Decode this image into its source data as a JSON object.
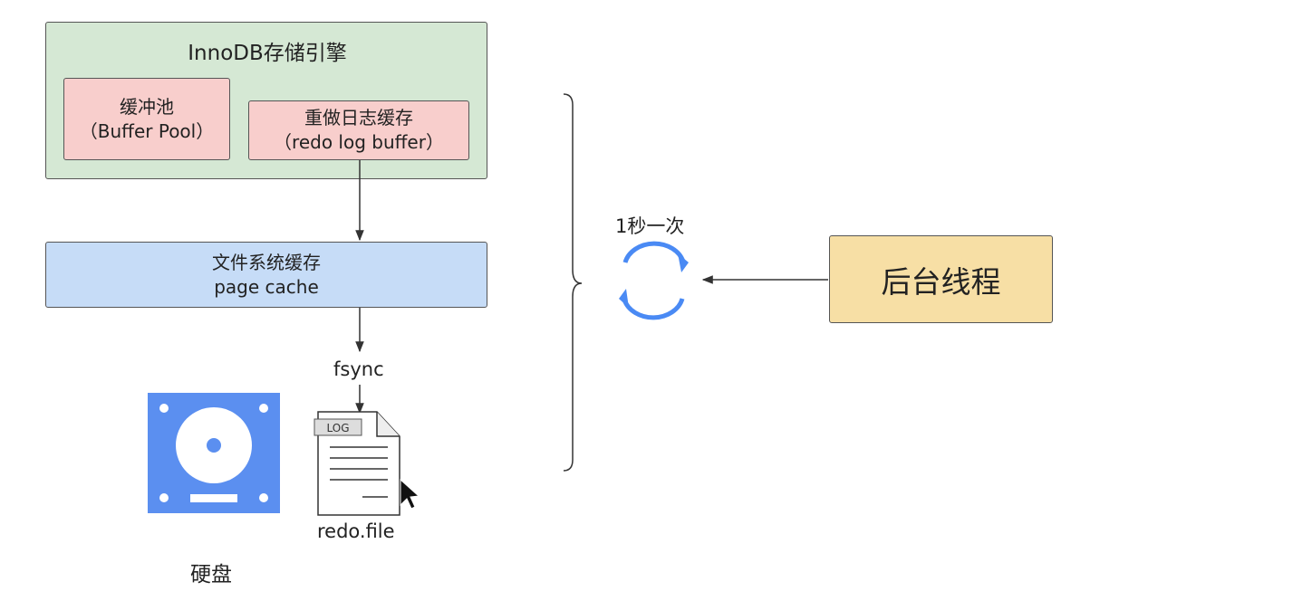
{
  "innodb": {
    "title": "InnoDB存储引擎"
  },
  "buffer_pool": {
    "line1": "缓冲池",
    "line2": "（Buffer Pool）"
  },
  "redo_log_buffer": {
    "line1": "重做日志缓存",
    "line2": "（redo log buffer）"
  },
  "page_cache": {
    "line1": "文件系统缓存",
    "line2": "page cache"
  },
  "fsync_label": "fsync",
  "log_file": {
    "tag": "LOG",
    "name": "redo.file"
  },
  "disk": {
    "label": "硬盘"
  },
  "interval_label": "1秒一次",
  "background_thread": {
    "label": "后台线程"
  },
  "icons": {
    "disk": "hard-disk-icon",
    "file": "log-file-icon",
    "cycle": "refresh-cycle-icon",
    "cursor": "mouse-cursor-icon"
  },
  "colors": {
    "innodb_bg": "#d5e8d4",
    "buffer_bg": "#f8cecc",
    "page_cache_bg": "#c6dcf7",
    "thread_bg": "#f7dfa5",
    "disk_blue": "#5b8ff0",
    "cycle_blue": "#4a8af4"
  }
}
